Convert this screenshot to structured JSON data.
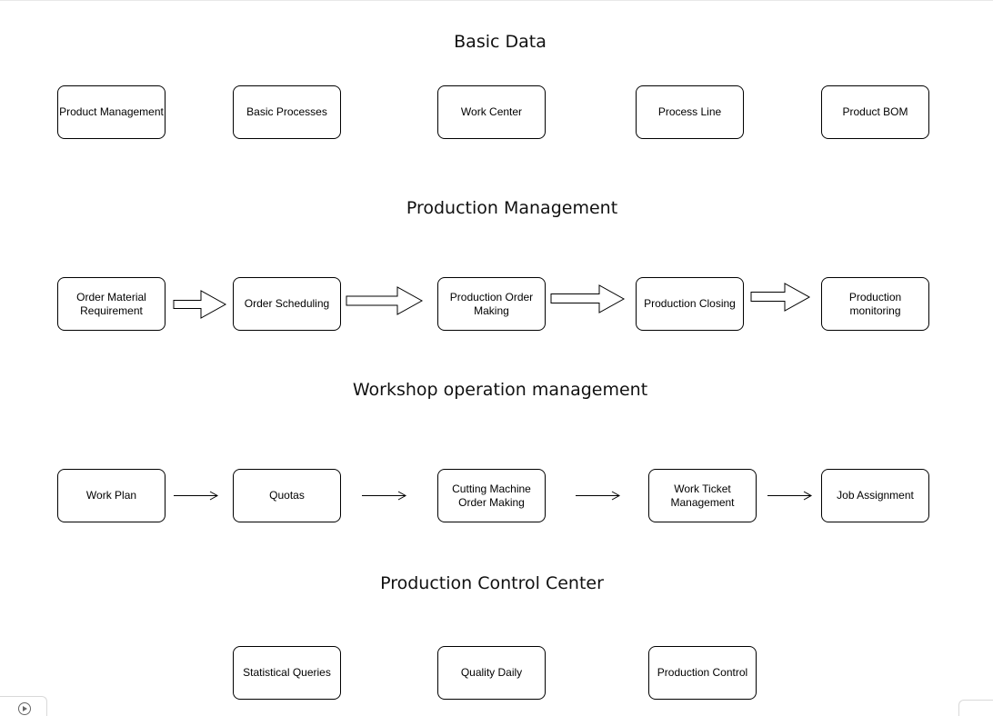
{
  "sections": {
    "basic_data": {
      "title": "Basic Data",
      "nodes": [
        "Product Management",
        "Basic Processes",
        "Work Center",
        "Process Line",
        "Product BOM"
      ]
    },
    "production_management": {
      "title": "Production Management",
      "nodes": [
        "Order Material\nRequirement",
        "Order Scheduling",
        "Production Order\nMaking",
        "Production Closing",
        "Production monitoring"
      ]
    },
    "workshop_operation": {
      "title": "Workshop operation management",
      "nodes": [
        "Work Plan",
        "Quotas",
        "Cutting Machine\nOrder Making",
        "Work Ticket\nManagement",
        "Job Assignment"
      ]
    },
    "production_control_center": {
      "title": "Production Control Center",
      "nodes": [
        "Statistical Queries",
        "Quality Daily",
        "Production Control"
      ]
    }
  },
  "connectors": {
    "production_management": "block-arrow",
    "workshop_operation": "line-arrow"
  },
  "colors": {
    "stroke": "#000000",
    "background": "#ffffff"
  },
  "icons": {
    "presentation_control": "play-circle-icon"
  }
}
